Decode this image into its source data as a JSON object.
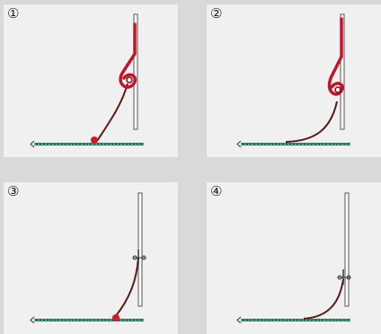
{
  "panels": [
    {
      "label": "①"
    },
    {
      "label": "②"
    },
    {
      "label": "③"
    },
    {
      "label": "④"
    }
  ],
  "colors": {
    "background": "#d9d9d9",
    "panel": "#f0f0f0",
    "flashing_red": "#c0162a",
    "cable_dark_red": "#5a1a1a",
    "base_green": "#1e6e5a",
    "wall_outline": "#555555"
  }
}
